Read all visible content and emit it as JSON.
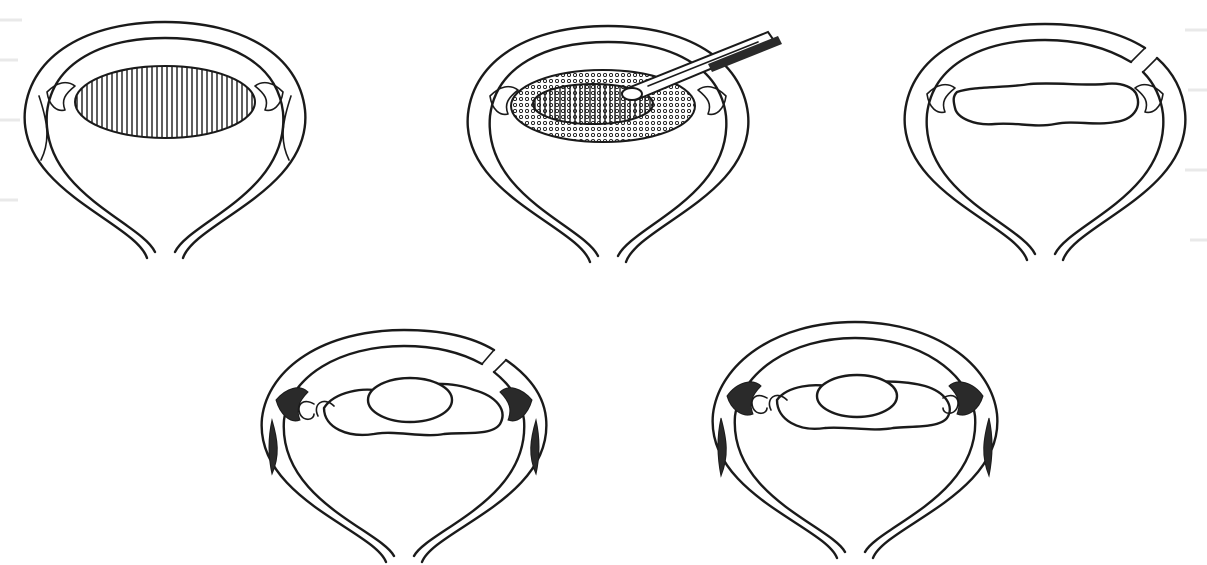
{
  "figure": {
    "panels": [
      {
        "id": "panel-1",
        "lens": "hatched-opaque-lens",
        "instrument": false,
        "cornea_incision": false,
        "residue": "none"
      },
      {
        "id": "panel-2",
        "lens": "hatched-nucleus-with-dotted-cortex",
        "instrument": true,
        "cornea_incision": false,
        "residue": "none"
      },
      {
        "id": "panel-3",
        "lens": "irregular-clear-remnant",
        "instrument": false,
        "cornea_incision": true,
        "residue": "none"
      },
      {
        "id": "panel-4",
        "lens": "clear-oval-with-curled-capsule",
        "instrument": false,
        "cornea_incision": true,
        "residue": "curled-capsule-flaps"
      },
      {
        "id": "panel-5",
        "lens": "clear-oval-with-curled-capsule",
        "instrument": false,
        "cornea_incision": false,
        "residue": "curled-capsule-flaps"
      }
    ],
    "colors": {
      "ink": "#1a1a1a",
      "background": "#ffffff",
      "shade": "#2a2a2a",
      "bleed": "#e9e9e9"
    }
  }
}
